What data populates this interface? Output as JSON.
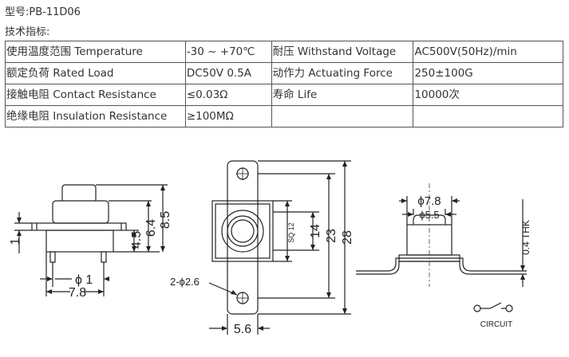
{
  "model_line": "型号:PB-11D06",
  "spec_heading": "技术指标:",
  "specs": [
    [
      {
        "label": "使用温度范围 Temperature",
        "value": "-30 ~ +70℃"
      },
      {
        "label": "耐压 Withstand Voltage",
        "value": "AC500V(50Hz)/min"
      }
    ],
    [
      {
        "label": "额定负荷 Rated Load",
        "value": "DC50V 0.5A"
      },
      {
        "label": "动作力 Actuating Force",
        "value": "250±100G"
      }
    ],
    [
      {
        "label": "接触电阻 Contact Resistance",
        "value": "≤0.03Ω"
      },
      {
        "label": "寿命 Life",
        "value": "10000次"
      }
    ],
    [
      {
        "label": "绝缘电阻 Insulation Resistance",
        "value": "≥100MΩ"
      },
      {
        "label": "",
        "value": ""
      }
    ]
  ],
  "drawing": {
    "side_view": {
      "dim_height_1": "1",
      "dim_height_4_5": "4.5",
      "dim_height_6_4": "6.4",
      "dim_height_8_5": "8.5",
      "dim_pin_dia": "ϕ 1",
      "dim_width_7_8": "7.8"
    },
    "top_view": {
      "dim_sq": "SQ 12",
      "dim_14": "14",
      "dim_23": "23",
      "dim_28": "28",
      "dim_holes": "2-ϕ2.6",
      "dim_5_6": "5.6"
    },
    "end_view": {
      "dim_dia_7_8": "ϕ7.8",
      "dim_dia_5_5": "ϕ5.5",
      "dim_thk": "0.4 THK",
      "circuit_label": "CIRCUIT"
    }
  }
}
